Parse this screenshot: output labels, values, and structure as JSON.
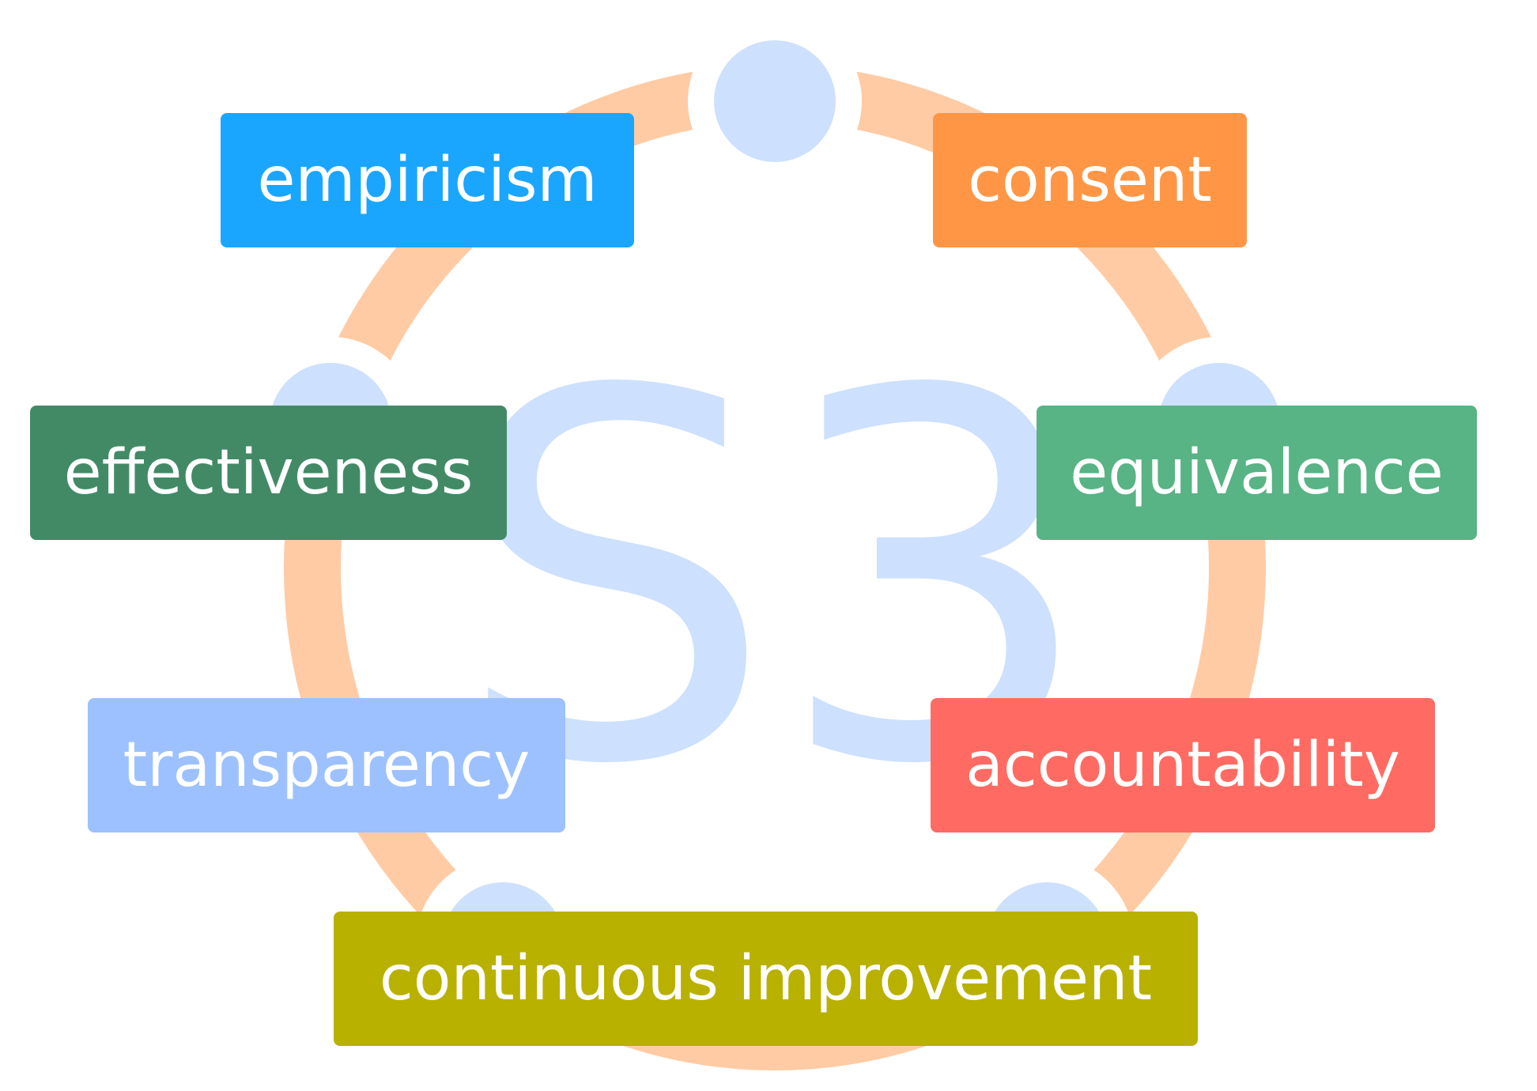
{
  "center_label": "S3",
  "colors": {
    "ring": "#ffcba4",
    "node": "#cde0fd",
    "label_text": "#ffffff"
  },
  "principles": [
    {
      "label": "empiricism",
      "color": "#1aa6ff"
    },
    {
      "label": "consent",
      "color": "#ff9645"
    },
    {
      "label": "effectiveness",
      "color": "#428a66"
    },
    {
      "label": "equivalence",
      "color": "#58b385"
    },
    {
      "label": "transparency",
      "color": "#9dc1fe"
    },
    {
      "label": "accountability",
      "color": "#ff6b62"
    },
    {
      "label": "continuous improvement",
      "color": "#b9b100"
    }
  ]
}
